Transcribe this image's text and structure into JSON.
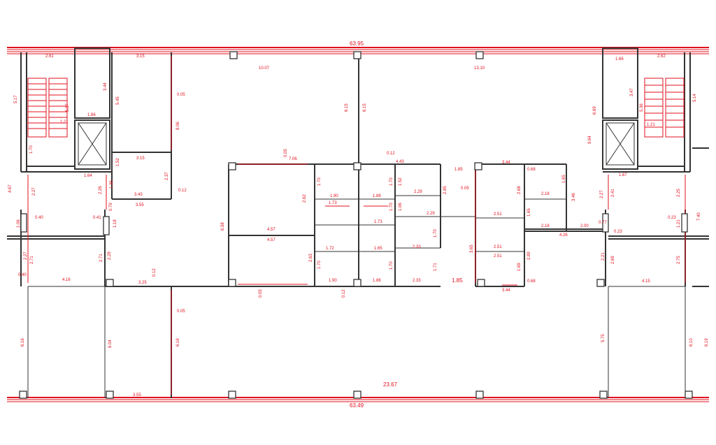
{
  "colors": {
    "dimension": "#e0101e",
    "wall": "#333333",
    "background": "#ffffff"
  },
  "dims": {
    "overall_top": "63.95",
    "overall_bottom": "63.49",
    "bottom_mid": "23.67",
    "span_left_top": "10.07",
    "span_right_top": "13.10",
    "list": [
      "2.61",
      "3.15",
      "5.17",
      "5.37",
      "1.21",
      "1.70",
      "1.66",
      "3.44",
      "5.45",
      "1.64",
      "3.15",
      "1.52",
      "0.05",
      "8.06",
      "2.37",
      "0.12",
      "3.43",
      "3.55",
      "1.35",
      "2.26",
      "0.79",
      "2.27",
      "4.67",
      "1.06",
      "0.40",
      "0.41",
      "1.18",
      "2.27",
      "2.71",
      "2.71",
      "2.28",
      "0.40",
      "4.16",
      "3.25",
      "0.12",
      "6.15",
      "6.15",
      "0.12",
      "0.05",
      "7.06",
      "4.43",
      "1.85",
      "3.44",
      "0.68",
      "1.70",
      "1.90",
      "1.88",
      "1.70",
      "2.29",
      "2.85",
      "1.73",
      "1.73",
      "1.06",
      "1.52",
      "2.29",
      "0.05",
      "2.68",
      "2.18",
      "1.65",
      "3.46",
      "2.62",
      "6.58",
      "4.57",
      "4.57",
      "1.72",
      "1.65",
      "1.70",
      "2.33",
      "1.70",
      "2.51",
      "1.65",
      "2.18",
      "2.00",
      "0.77",
      "4.26",
      "2.51",
      "3.65",
      "2.51",
      "2.89",
      "1.69",
      "2.63",
      "1.70",
      "1.90",
      "1.86",
      "1.70",
      "2.33",
      "1.71",
      "1.85",
      "3.44",
      "0.68",
      "0.05",
      "0.12",
      "2.62",
      "1.66",
      "3.47",
      "5.36",
      "1.21",
      "5.14",
      "6.69",
      "9.64",
      "1.67",
      "2.27",
      "2.41",
      "2.25",
      "0.23",
      "0.23",
      "7.40",
      "1.21",
      "2.21",
      "2.69",
      "2.75",
      "4.15",
      "0.05",
      "6.16",
      "6.04",
      "6.16",
      "5.75",
      "6.10",
      "6.19",
      "3.55"
    ]
  }
}
